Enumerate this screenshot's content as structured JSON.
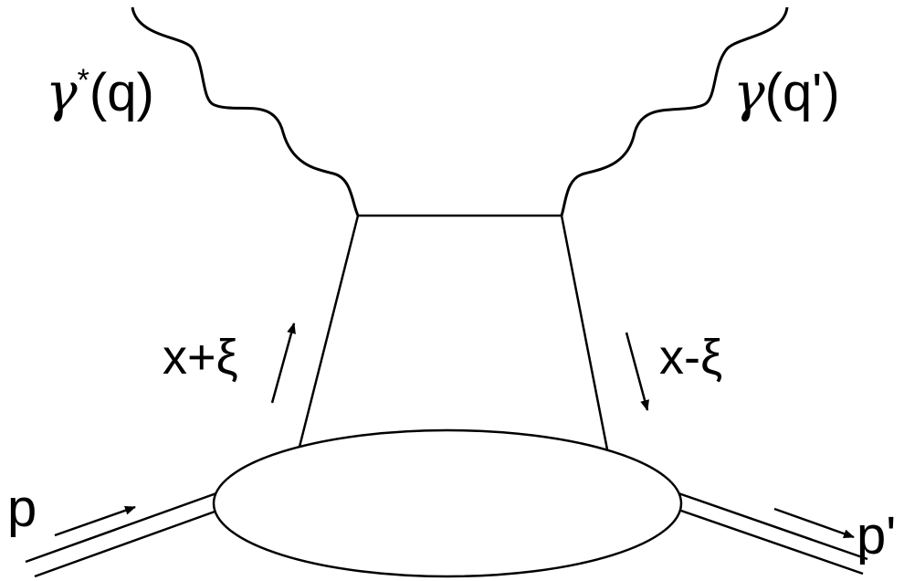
{
  "labels": {
    "incoming_photon": {
      "symbol": "γ",
      "superscript": "*",
      "momentum": "(q)"
    },
    "outgoing_photon": {
      "symbol": "γ",
      "momentum": "(q')"
    },
    "left_parton": "x+ξ",
    "right_parton": "x-ξ",
    "incoming_proton": "p",
    "outgoing_proton": "p'"
  },
  "colors": {
    "stroke": "#000000",
    "background": "#ffffff"
  }
}
